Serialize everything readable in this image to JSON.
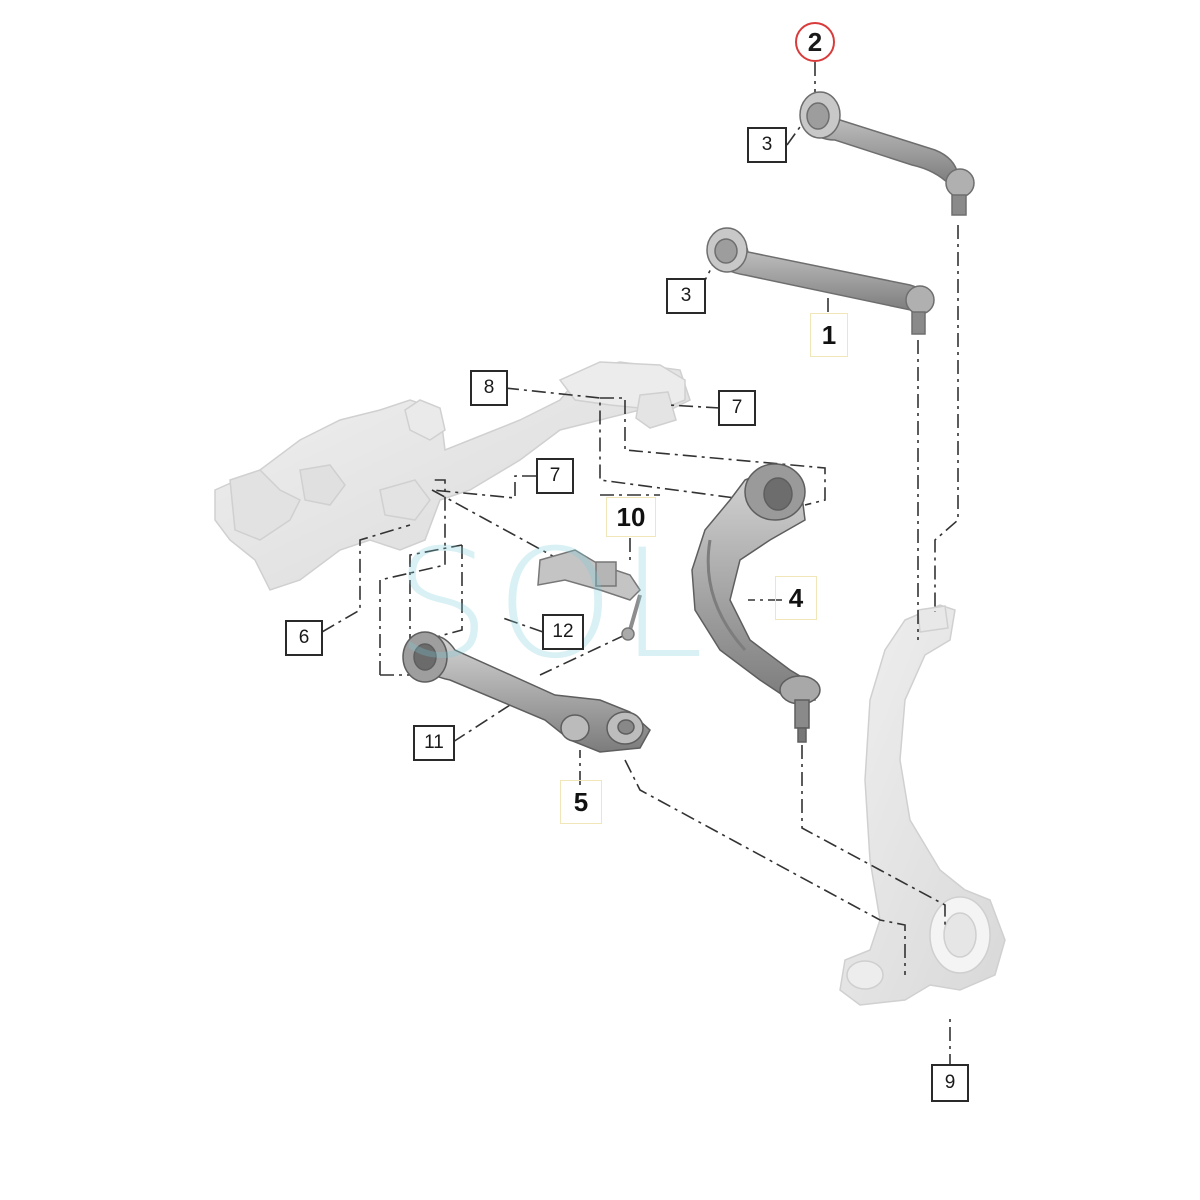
{
  "diagram": {
    "labels": {
      "l1": "1",
      "l2": "2",
      "l3a": "3",
      "l3b": "3",
      "l4": "4",
      "l5": "5",
      "l6": "6",
      "l7a": "7",
      "l7b": "7",
      "l8": "8",
      "l9": "9",
      "l10": "10",
      "l11": "11",
      "l12": "12"
    },
    "watermark": "SOL",
    "colors": {
      "highlight_circle": "#d93b3b",
      "part_dark": "#8e8e8e",
      "part_ghost": "#e6e6e6",
      "watermark": "#7fd0d8"
    }
  }
}
